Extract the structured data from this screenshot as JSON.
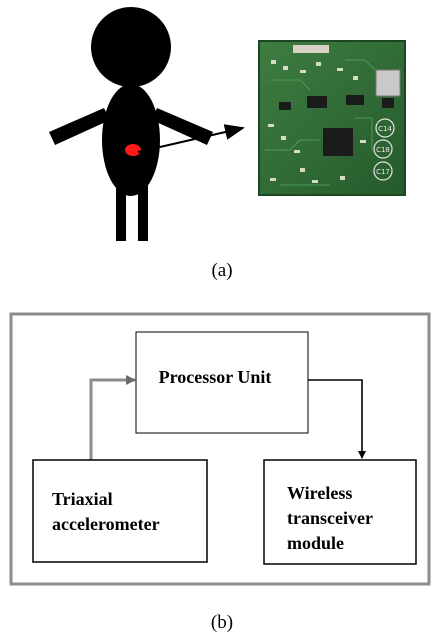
{
  "panel_a": {
    "caption": "(a)",
    "figure": {
      "description_icon": "stick-figure-with-sensor",
      "sensor_color": "#ff1a1a"
    },
    "board": {
      "icon": "circuit-board-photo",
      "color": "#2f6b35",
      "silkscreen": [
        "C14",
        "C18",
        "C17"
      ]
    }
  },
  "panel_b": {
    "caption": "(b)",
    "blocks": {
      "processor": "Processor Unit",
      "accelerometer": [
        "Triaxial",
        "accelerometer"
      ],
      "wireless": [
        "Wireless",
        "transceiver",
        "module"
      ]
    },
    "colors": {
      "frame": "#8c8c8c",
      "block_border": "#000000",
      "connector": "#8c8c8c"
    }
  }
}
